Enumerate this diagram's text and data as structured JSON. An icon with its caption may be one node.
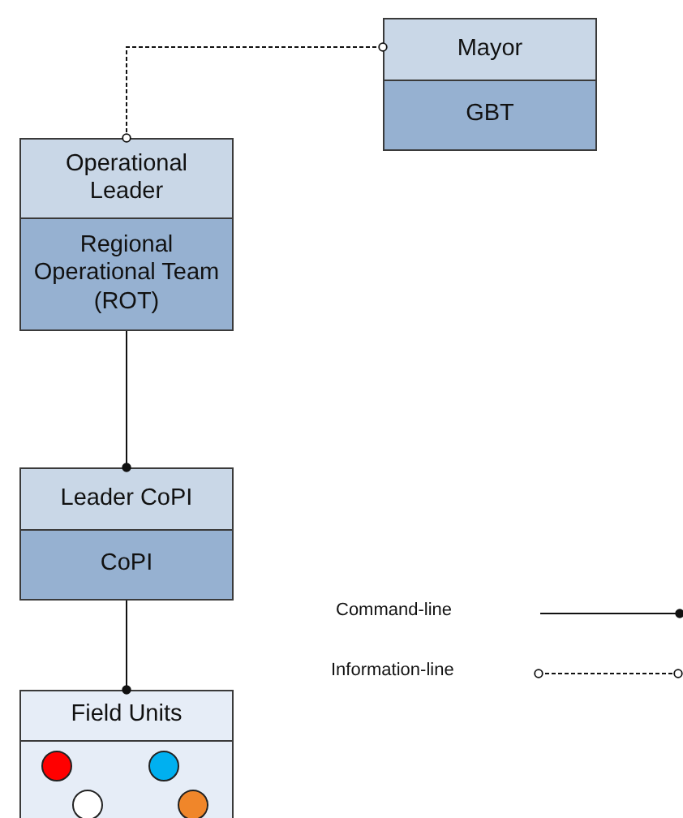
{
  "diagram": {
    "nodes": [
      {
        "text": [
          "Mayor",
          "GBT"
        ]
      },
      {
        "text": [
          "Operational Leader",
          "Regional Operational Team (ROT)"
        ]
      },
      {
        "text": [
          "Leader CoPI",
          "CoPI"
        ]
      },
      {
        "text": [
          "Field Units"
        ]
      }
    ],
    "edges": [
      {
        "from": 0,
        "to": 1,
        "arrow": "other",
        "style": "dashed"
      },
      {
        "from": 1,
        "to": 2,
        "arrow": "other"
      },
      {
        "from": 2,
        "to": 3,
        "arrow": "other"
      }
    ],
    "legend": [
      {
        "text": "Command-line"
      },
      {
        "text": "Information-line"
      }
    ]
  }
}
